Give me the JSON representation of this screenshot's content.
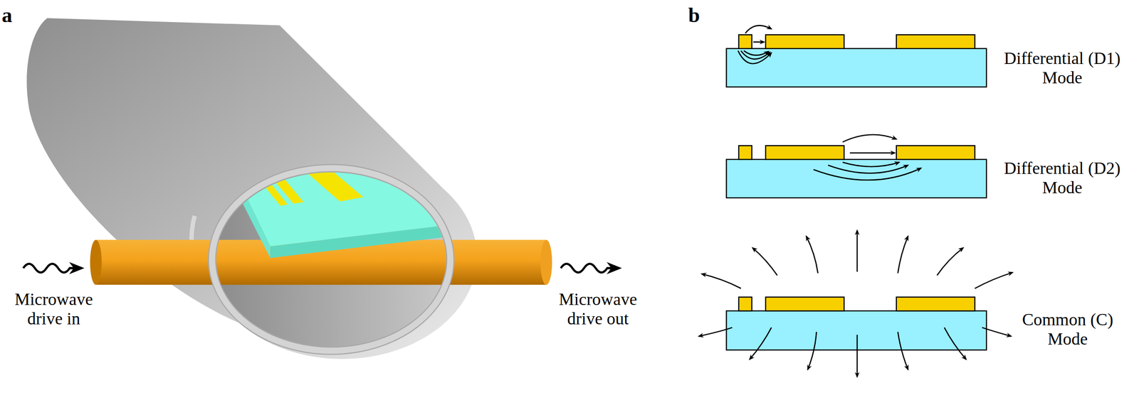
{
  "diagram": {
    "labels": [
      "a",
      "Microwave drive in",
      "Microwave drive out",
      "b",
      "Differential (D1) Mode",
      "Differential (D2) Mode",
      "Common (C) Mode"
    ]
  }
}
